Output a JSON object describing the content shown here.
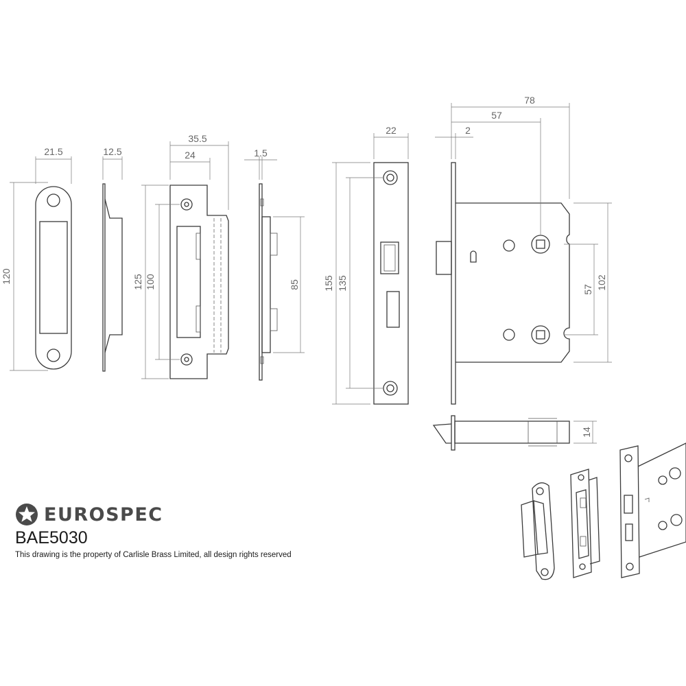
{
  "brand": {
    "name": "EUROSPEC",
    "logo_icon": "star-badge-icon",
    "color": "#4a4a4a"
  },
  "model": "BAE5030",
  "copyright_notice": "This drawing is the property of Carlisle Brass Limited, all design rights reserved",
  "dimensions": {
    "strike_plate_width": "21.5",
    "strike_plate_height": "120",
    "strike_side_depth": "12.5",
    "keep_total_width": "35.5",
    "keep_inner_width": "24",
    "keep_height": "125",
    "keep_hole_centres": "100",
    "keep_plate_thickness": "1.5",
    "keep_box_height": "85",
    "forend_width": "22",
    "forend_height": "155",
    "forend_hole_centres": "135",
    "case_overall_depth": "78",
    "backset": "57",
    "forend_thickness": "2",
    "spindle_centres": "57",
    "case_height": "102",
    "case_thickness": "14"
  }
}
